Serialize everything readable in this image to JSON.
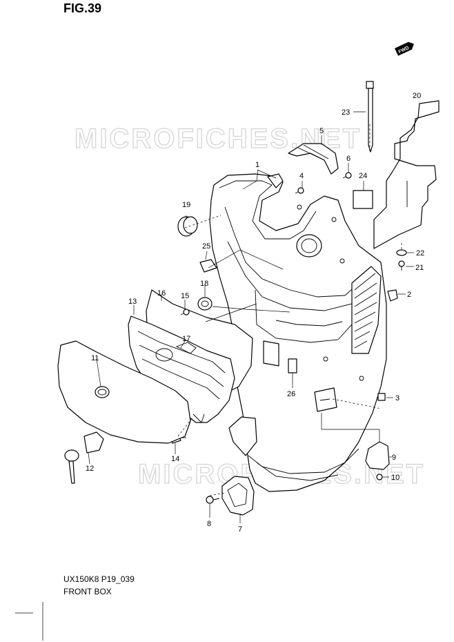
{
  "figure": {
    "title": "FIG.39",
    "model_code": "UX150K8 P19_039",
    "section_name": "FRONT BOX"
  },
  "watermark": "MICROFICHES.NET",
  "fwd_badge": "FWD",
  "callouts": [
    "1",
    "2",
    "3",
    "4",
    "5",
    "6",
    "7",
    "8",
    "9",
    "10",
    "11",
    "12",
    "13",
    "14",
    "15",
    "16",
    "17",
    "18",
    "19",
    "20",
    "21",
    "22",
    "23",
    "24",
    "25",
    "26"
  ]
}
